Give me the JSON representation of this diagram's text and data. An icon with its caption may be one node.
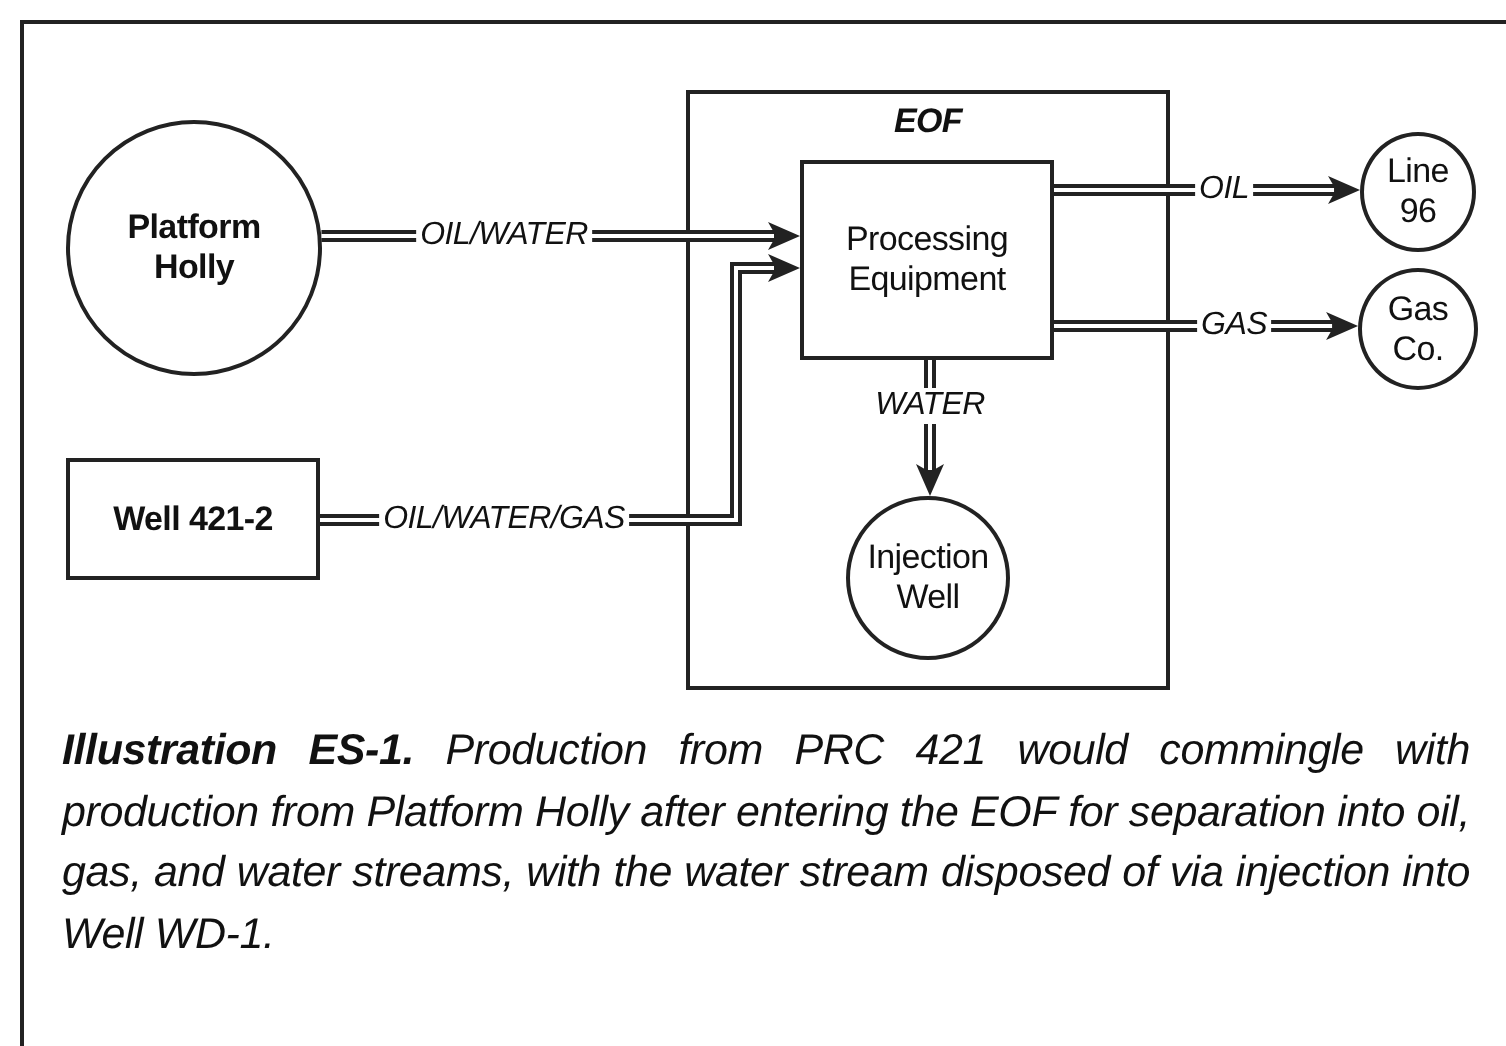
{
  "diagram": {
    "caption": "**Illustration ES-1.** Production from PRC 421 would commingle with production from Platform Holly after entering the EOF for separation into oil, gas, and water streams, with the water stream disposed of via injection into Well WD-1.",
    "nodes": [
      {
        "text": [
          "Platform Holly"
        ]
      },
      {
        "text": [
          "Well 421-2"
        ]
      },
      {
        "text": [
          "EOF"
        ]
      },
      {
        "text": [
          "Processing Equipment"
        ],
        "in": 2
      },
      {
        "text": [
          "Injection Well"
        ],
        "in": 2
      },
      {
        "text": [
          "Line 96"
        ]
      },
      {
        "text": [
          "Gas Co."
        ]
      }
    ],
    "edges": [
      {
        "from": 0,
        "to": 3,
        "arrow": "to",
        "label": "OIL/WATER"
      },
      {
        "from": 1,
        "to": 3,
        "arrow": "to",
        "label": "OIL/WATER/GAS"
      },
      {
        "from": 3,
        "to": 5,
        "arrow": "to",
        "label": "OIL"
      },
      {
        "from": 3,
        "to": 6,
        "arrow": "to",
        "label": "GAS"
      },
      {
        "from": 3,
        "to": 4,
        "arrow": "to",
        "label": "WATER"
      }
    ]
  }
}
